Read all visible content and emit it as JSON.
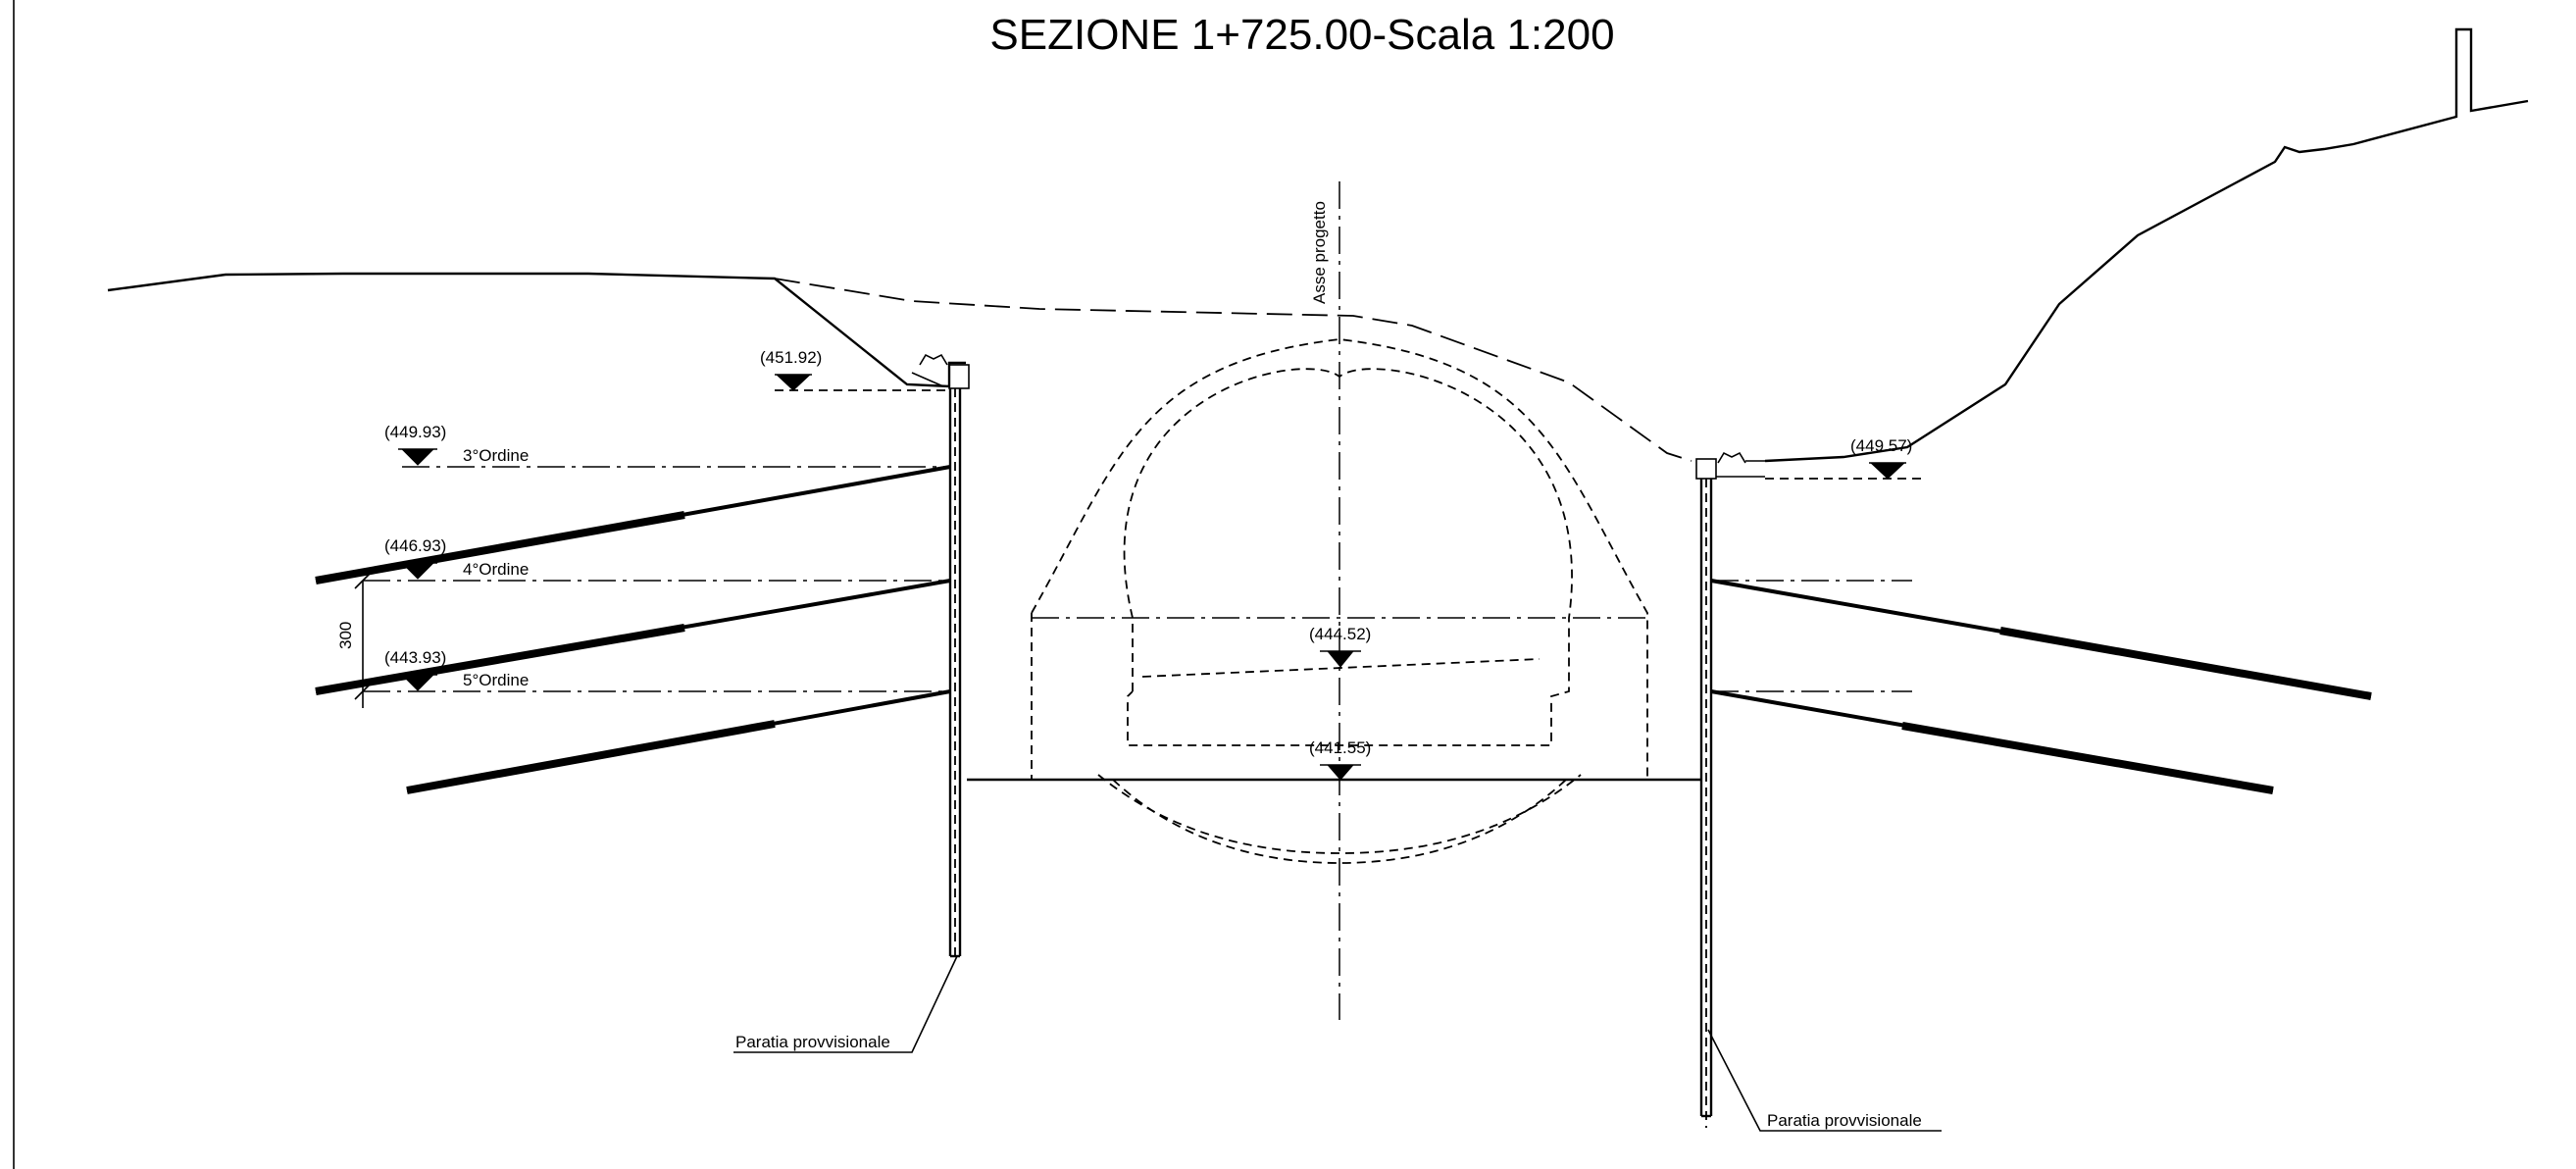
{
  "title": "SEZIONE 1+725.00-Scala 1:200",
  "axis_label": "Asse progetto",
  "elevations": {
    "top_left": "(451.92)",
    "top_right": "(449.57)",
    "crown": "(444.52)",
    "invert": "(441.55)"
  },
  "orders": [
    {
      "elevation": "(449.93)",
      "label": "3°Ordine"
    },
    {
      "elevation": "(446.93)",
      "label": "4°Ordine"
    },
    {
      "elevation": "(443.93)",
      "label": "5°Ordine"
    }
  ],
  "order_spacing": "300",
  "wall_labels": {
    "left": "Paratia provvisionale",
    "right": "Paratia provvisionale"
  }
}
